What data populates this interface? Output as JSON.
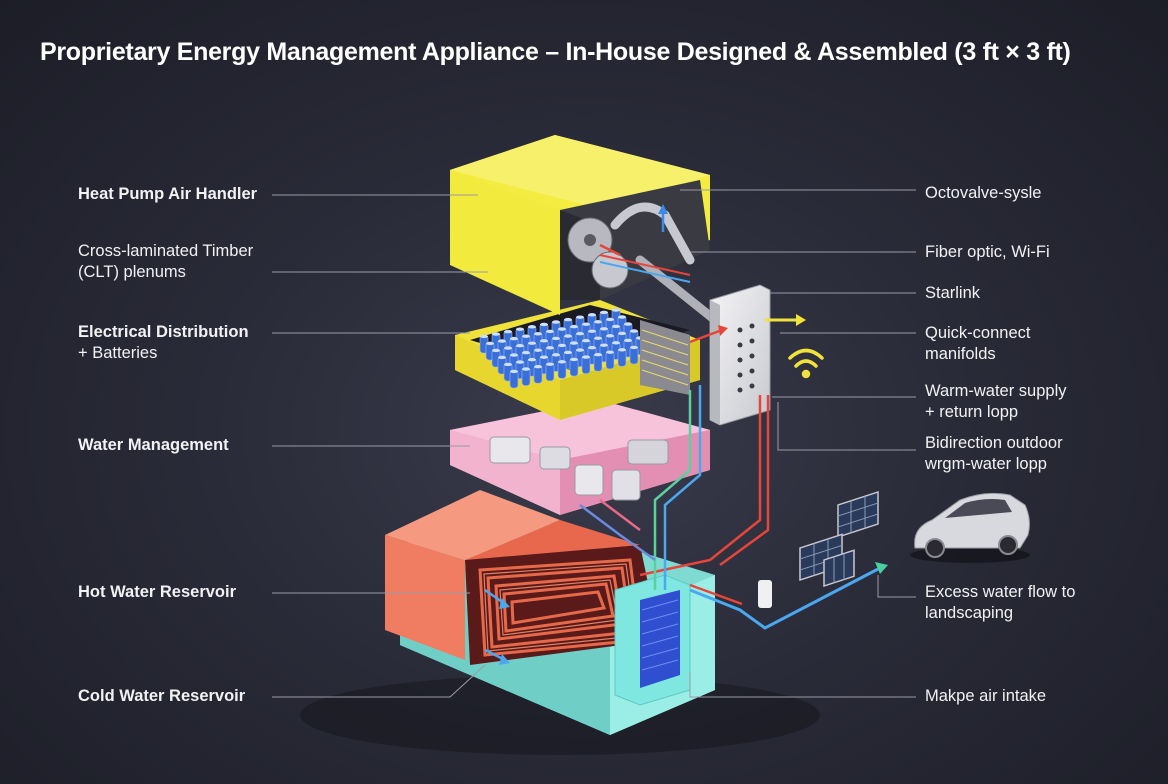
{
  "title": "Proprietary Energy Management Appliance – In-House Designed & Assembled (3 ft × 3 ft)",
  "left_labels": [
    {
      "lines": [
        "Heat Pump Air Handler"
      ],
      "bold": true
    },
    {
      "lines": [
        "Cross-laminated Timber",
        "(CLT) plenums"
      ],
      "bold": false
    },
    {
      "lines": [
        "Electrical Distribution",
        "+ Batteries"
      ],
      "bold": true
    },
    {
      "lines": [
        "Water Management"
      ],
      "bold": true
    },
    {
      "lines": [
        "Hot Water Reservoir"
      ],
      "bold": true
    },
    {
      "lines": [
        "Cold Water Reservoir"
      ],
      "bold": true
    }
  ],
  "right_labels": [
    {
      "lines": [
        "Octovalve-sysle"
      ]
    },
    {
      "lines": [
        "Fiber optic, Wi-Fi"
      ]
    },
    {
      "lines": [
        "Starlink"
      ]
    },
    {
      "lines": [
        "Quick-connect",
        "manifolds"
      ]
    },
    {
      "lines": [
        "Warm-water supply",
        "+ return lopp"
      ]
    },
    {
      "lines": [
        "Bidirection outdoor",
        "wrgm-water lopp"
      ]
    },
    {
      "lines": [
        "Excess water flow to",
        "landscaping"
      ]
    },
    {
      "lines": [
        "Makpe air intake"
      ]
    }
  ],
  "colors": {
    "air_handler": "#f2ea3c",
    "electrical": "#f0e43a",
    "water_mgmt": "#f0a8c8",
    "hot_reservoir": "#f07a60",
    "cold_reservoir": "#8fe8e0",
    "battery": "#3a6fd8",
    "hot_pipe": "#e8453a",
    "cold_pipe": "#4aa8f0"
  }
}
